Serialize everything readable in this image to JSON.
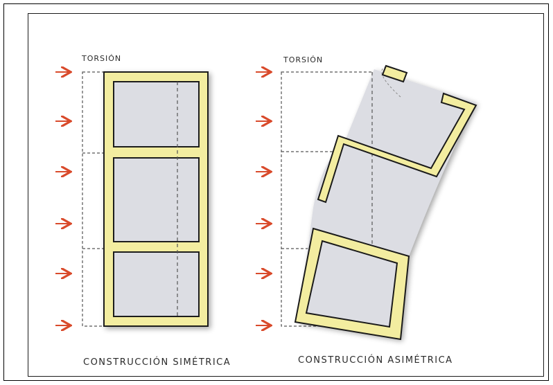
{
  "diagram": {
    "left_panel": {
      "top_label": "TORSIÓN",
      "caption": "CONSTRUCCIÓN SIMÉTRICA",
      "arrow_count": 6
    },
    "right_panel": {
      "top_label": "TORSIÓN",
      "caption": "CONSTRUCCIÓN ASIMÉTRICA",
      "arrow_count": 6
    },
    "colors": {
      "arrow": "#d94a2b",
      "wall_fill": "#f3eda0",
      "wall_stroke": "#1a1a1a",
      "floor_fill": "#dcdde3",
      "dashed": "#555555"
    }
  }
}
